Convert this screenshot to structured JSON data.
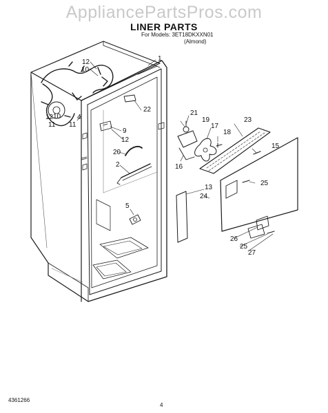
{
  "watermark": "AppliancePartsPros.com",
  "title": "LINER PARTS",
  "models_line1": "For Models: 3ET18DKXXN01",
  "models_line2": "(Almond)",
  "doc_number": "4361266",
  "page_number": "4",
  "callouts": {
    "c1": "1",
    "c2": "2",
    "c5": "5",
    "c9": "9",
    "c10a": "10",
    "c10b": "10",
    "c11a": "11",
    "c11b": "11",
    "c12a": "12",
    "c12b": "12",
    "c12c": "12",
    "c13": "13",
    "c15": "15",
    "c16": "16",
    "c17": "17",
    "c18": "18",
    "c19": "19",
    "c20": "20",
    "c21": "21",
    "c22": "22",
    "c23": "23",
    "c24": "24",
    "c25a": "25",
    "c25b": "25",
    "c26": "26",
    "c27": "27",
    "c4": "4"
  }
}
